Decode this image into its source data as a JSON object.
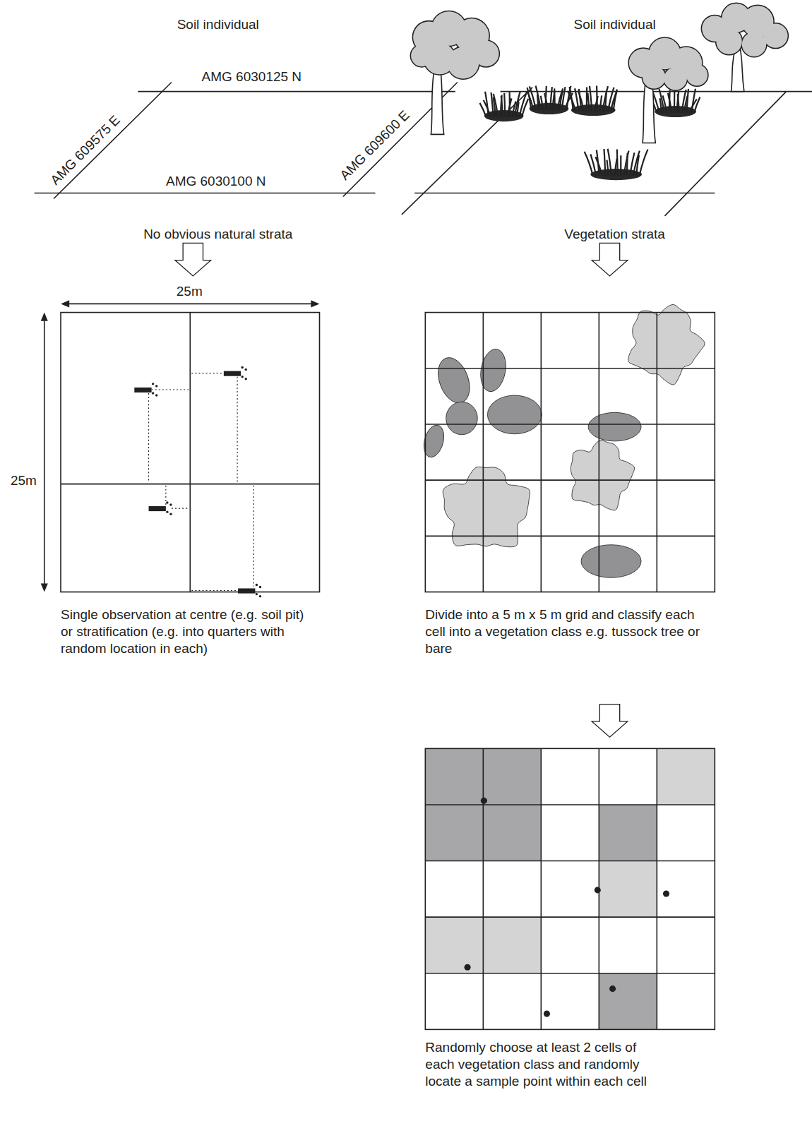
{
  "diagram": {
    "labels": [
      "Soil individual",
      "AMG 6030125 N",
      "AMG 609575 E",
      "AMG 609600 E",
      "AMG 6030100 N",
      "Soil individual",
      "No obvious natural strata",
      "Vegetation strata",
      "25m",
      "25m",
      "Single observation at centre (e.g. soil pit) or stratification (e.g. into quarters with random location in each)",
      "Divide into a 5 m x 5 m grid and classify each cell into a vegetation class e.g. tussock tree or bare",
      "Randomly choose at least 2 cells of each vegetation class and randomly locate a sample point within each cell"
    ]
  }
}
